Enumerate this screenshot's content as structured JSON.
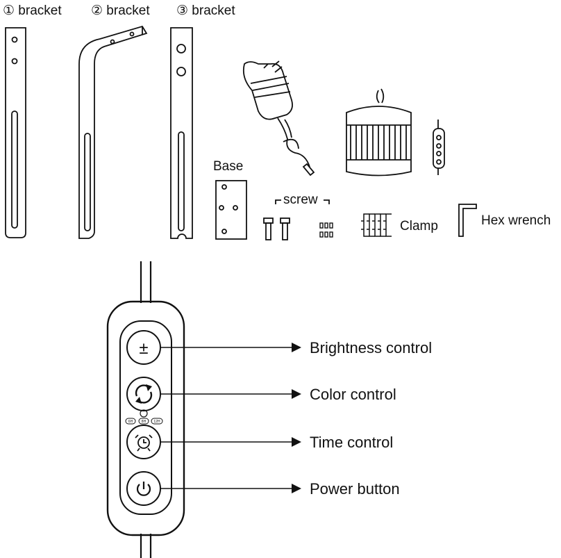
{
  "parts": {
    "bracket1": "① bracket",
    "bracket2": "② bracket",
    "bracket3": "③ bracket",
    "base": "Base",
    "screw": "screw",
    "clamp": "Clamp",
    "hex_wrench": "Hex wrench"
  },
  "controller": {
    "brightness_icon": "±",
    "timer_labels": [
      "6H",
      "8H",
      "12H"
    ],
    "callouts": {
      "brightness": "Brightness control",
      "color": "Color control",
      "time": "Time control",
      "power": "Power button"
    }
  },
  "icons": [
    "plus-minus-icon",
    "refresh-icon",
    "alarm-clock-icon",
    "power-icon"
  ]
}
